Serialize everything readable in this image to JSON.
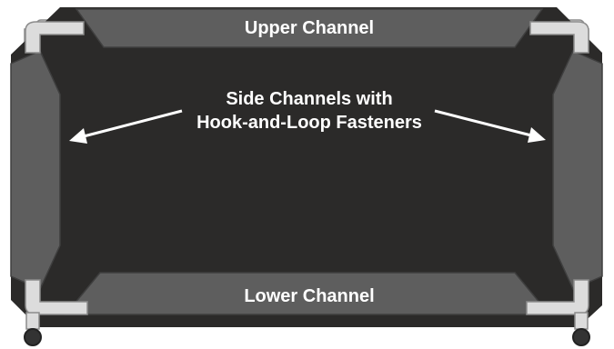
{
  "labels": {
    "upper_channel": "Upper Channel",
    "side_channels_line1": "Side Channels with",
    "side_channels_line2": "Hook-and-Loop Fasteners",
    "lower_channel": "Lower Channel"
  },
  "colors": {
    "panel": "#2b2a29",
    "channel": "#5e5e5e",
    "channel_edge": "#3f3f3f",
    "frame_pipe": "#dcdcdc",
    "frame_outline": "#8c8c8c",
    "wheel": "#333333",
    "label_text": "#ffffff",
    "arrow": "#ffffff"
  }
}
